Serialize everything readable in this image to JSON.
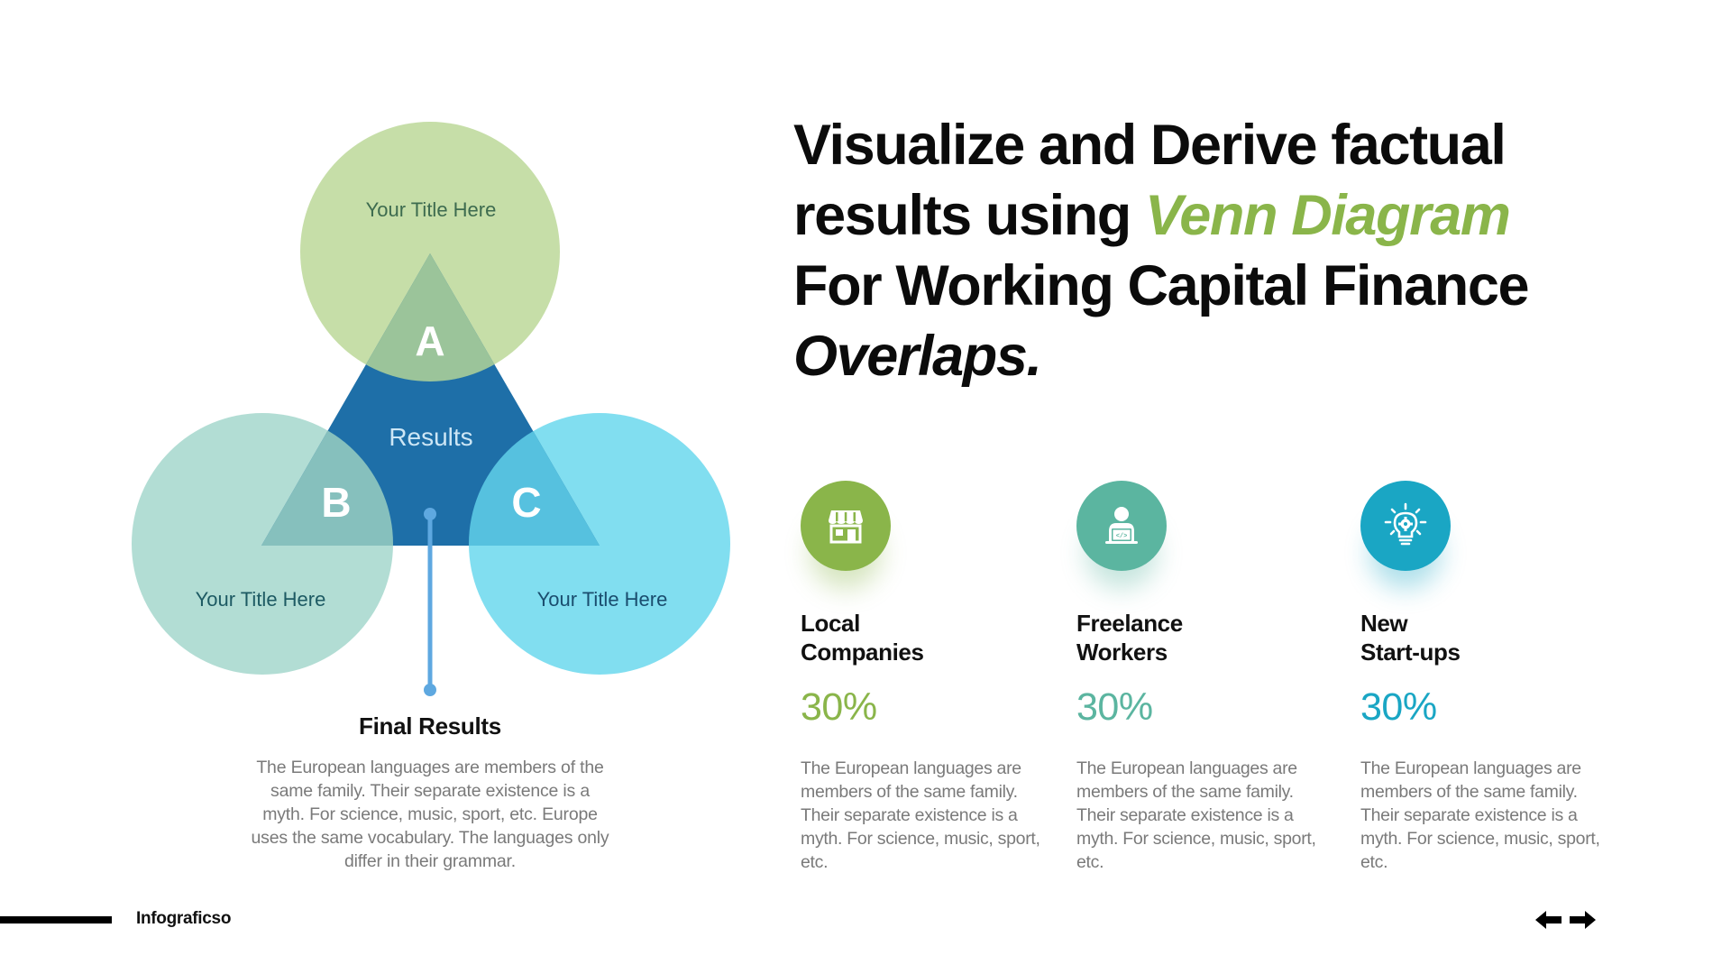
{
  "venn": {
    "circles": [
      {
        "id": "A",
        "label": "Your Title Here",
        "fill": "#c6dea8",
        "text_color": "#3d6b4f"
      },
      {
        "id": "B",
        "label": "Your Title Here",
        "fill": "#b2ddd4",
        "text_color": "#1d5a63"
      },
      {
        "id": "C",
        "label": "Your Title Here",
        "fill": "#81def0",
        "text_color": "#1a4d6e"
      }
    ],
    "overlap_labels": {
      "a": "A",
      "b": "B",
      "c": "C"
    },
    "center_label": "Results",
    "triangle_fill": "#1e6fa8",
    "stem_color": "#5ea8e0"
  },
  "final_results": {
    "title": "Final Results",
    "body": "The European languages are members of the same family. Their separate existence is a myth. For science, music, sport, etc. Europe uses the same vocabulary. The languages only differ in their grammar."
  },
  "headline": {
    "line1": "Visualize and Derive factual",
    "line2_prefix": "results using ",
    "line2_accent": "Venn Diagram",
    "line3": "For Working Capital Finance",
    "line4": "Overlaps.",
    "accent_color": "#8ab54a"
  },
  "columns": [
    {
      "icon": "storefront-icon",
      "color": "#8ab54a",
      "heading_line1": "Local",
      "heading_line2": "Companies",
      "percent": "30%",
      "body": "The European languages are members of the same family. Their separate existence is a myth. For science, music, sport, etc."
    },
    {
      "icon": "developer-laptop-icon",
      "color": "#5bb5a0",
      "heading_line1": "Freelance",
      "heading_line2": "Workers",
      "percent": "30%",
      "body": "The European languages are members of the same family. Their separate existence is a myth. For science, music, sport, etc."
    },
    {
      "icon": "lightbulb-gear-icon",
      "color": "#1aa6c4",
      "heading_line1": "New",
      "heading_line2": "Start-ups",
      "percent": "30%",
      "body": "The European languages are members of the same family. Their separate existence is a myth. For science, music, sport, etc."
    }
  ],
  "footer": {
    "brand": "Infograficso",
    "prev_icon": "arrow-left-icon",
    "next_icon": "arrow-right-icon"
  }
}
